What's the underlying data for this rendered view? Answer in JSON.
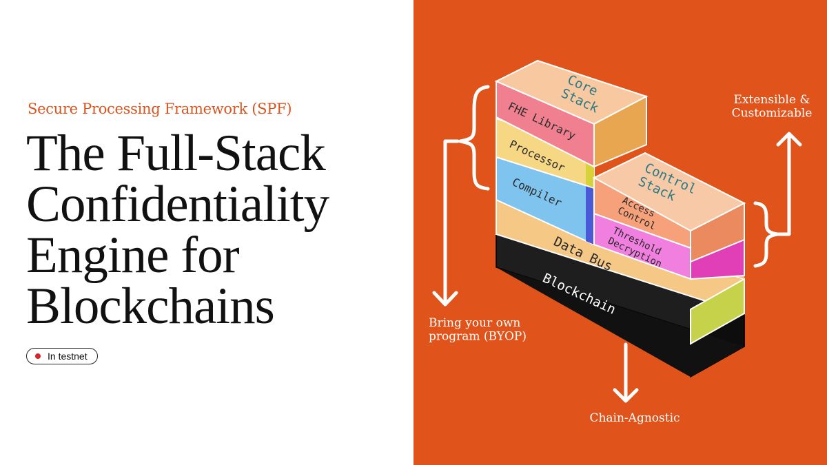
{
  "left": {
    "eyebrow": "Secure Processing Framework (SPF)",
    "headline_lines": [
      "The Full-Stack",
      "Confidentiality",
      "Engine for",
      "Blockchains"
    ],
    "badge": {
      "label": "In testnet",
      "dot_color": "#d6262b"
    }
  },
  "diagram": {
    "background": "#e0531a",
    "core_stack": "Core\nStack",
    "control_stack": "Control\nStack",
    "layers": {
      "fhe_library": "FHE Library",
      "processor": "Processor",
      "compiler": "Compiler",
      "access_control": "Access\nControl",
      "threshold_decryption": "Threshold\nDecryption",
      "data_bus": "Data Bus",
      "blockchain": "Blockchain"
    },
    "annotations": {
      "extensible": "Extensible &\nCustomizable",
      "byop": "Bring your own\nprogram (BYOP)",
      "chain_agnostic": "Chain-Agnostic"
    }
  }
}
